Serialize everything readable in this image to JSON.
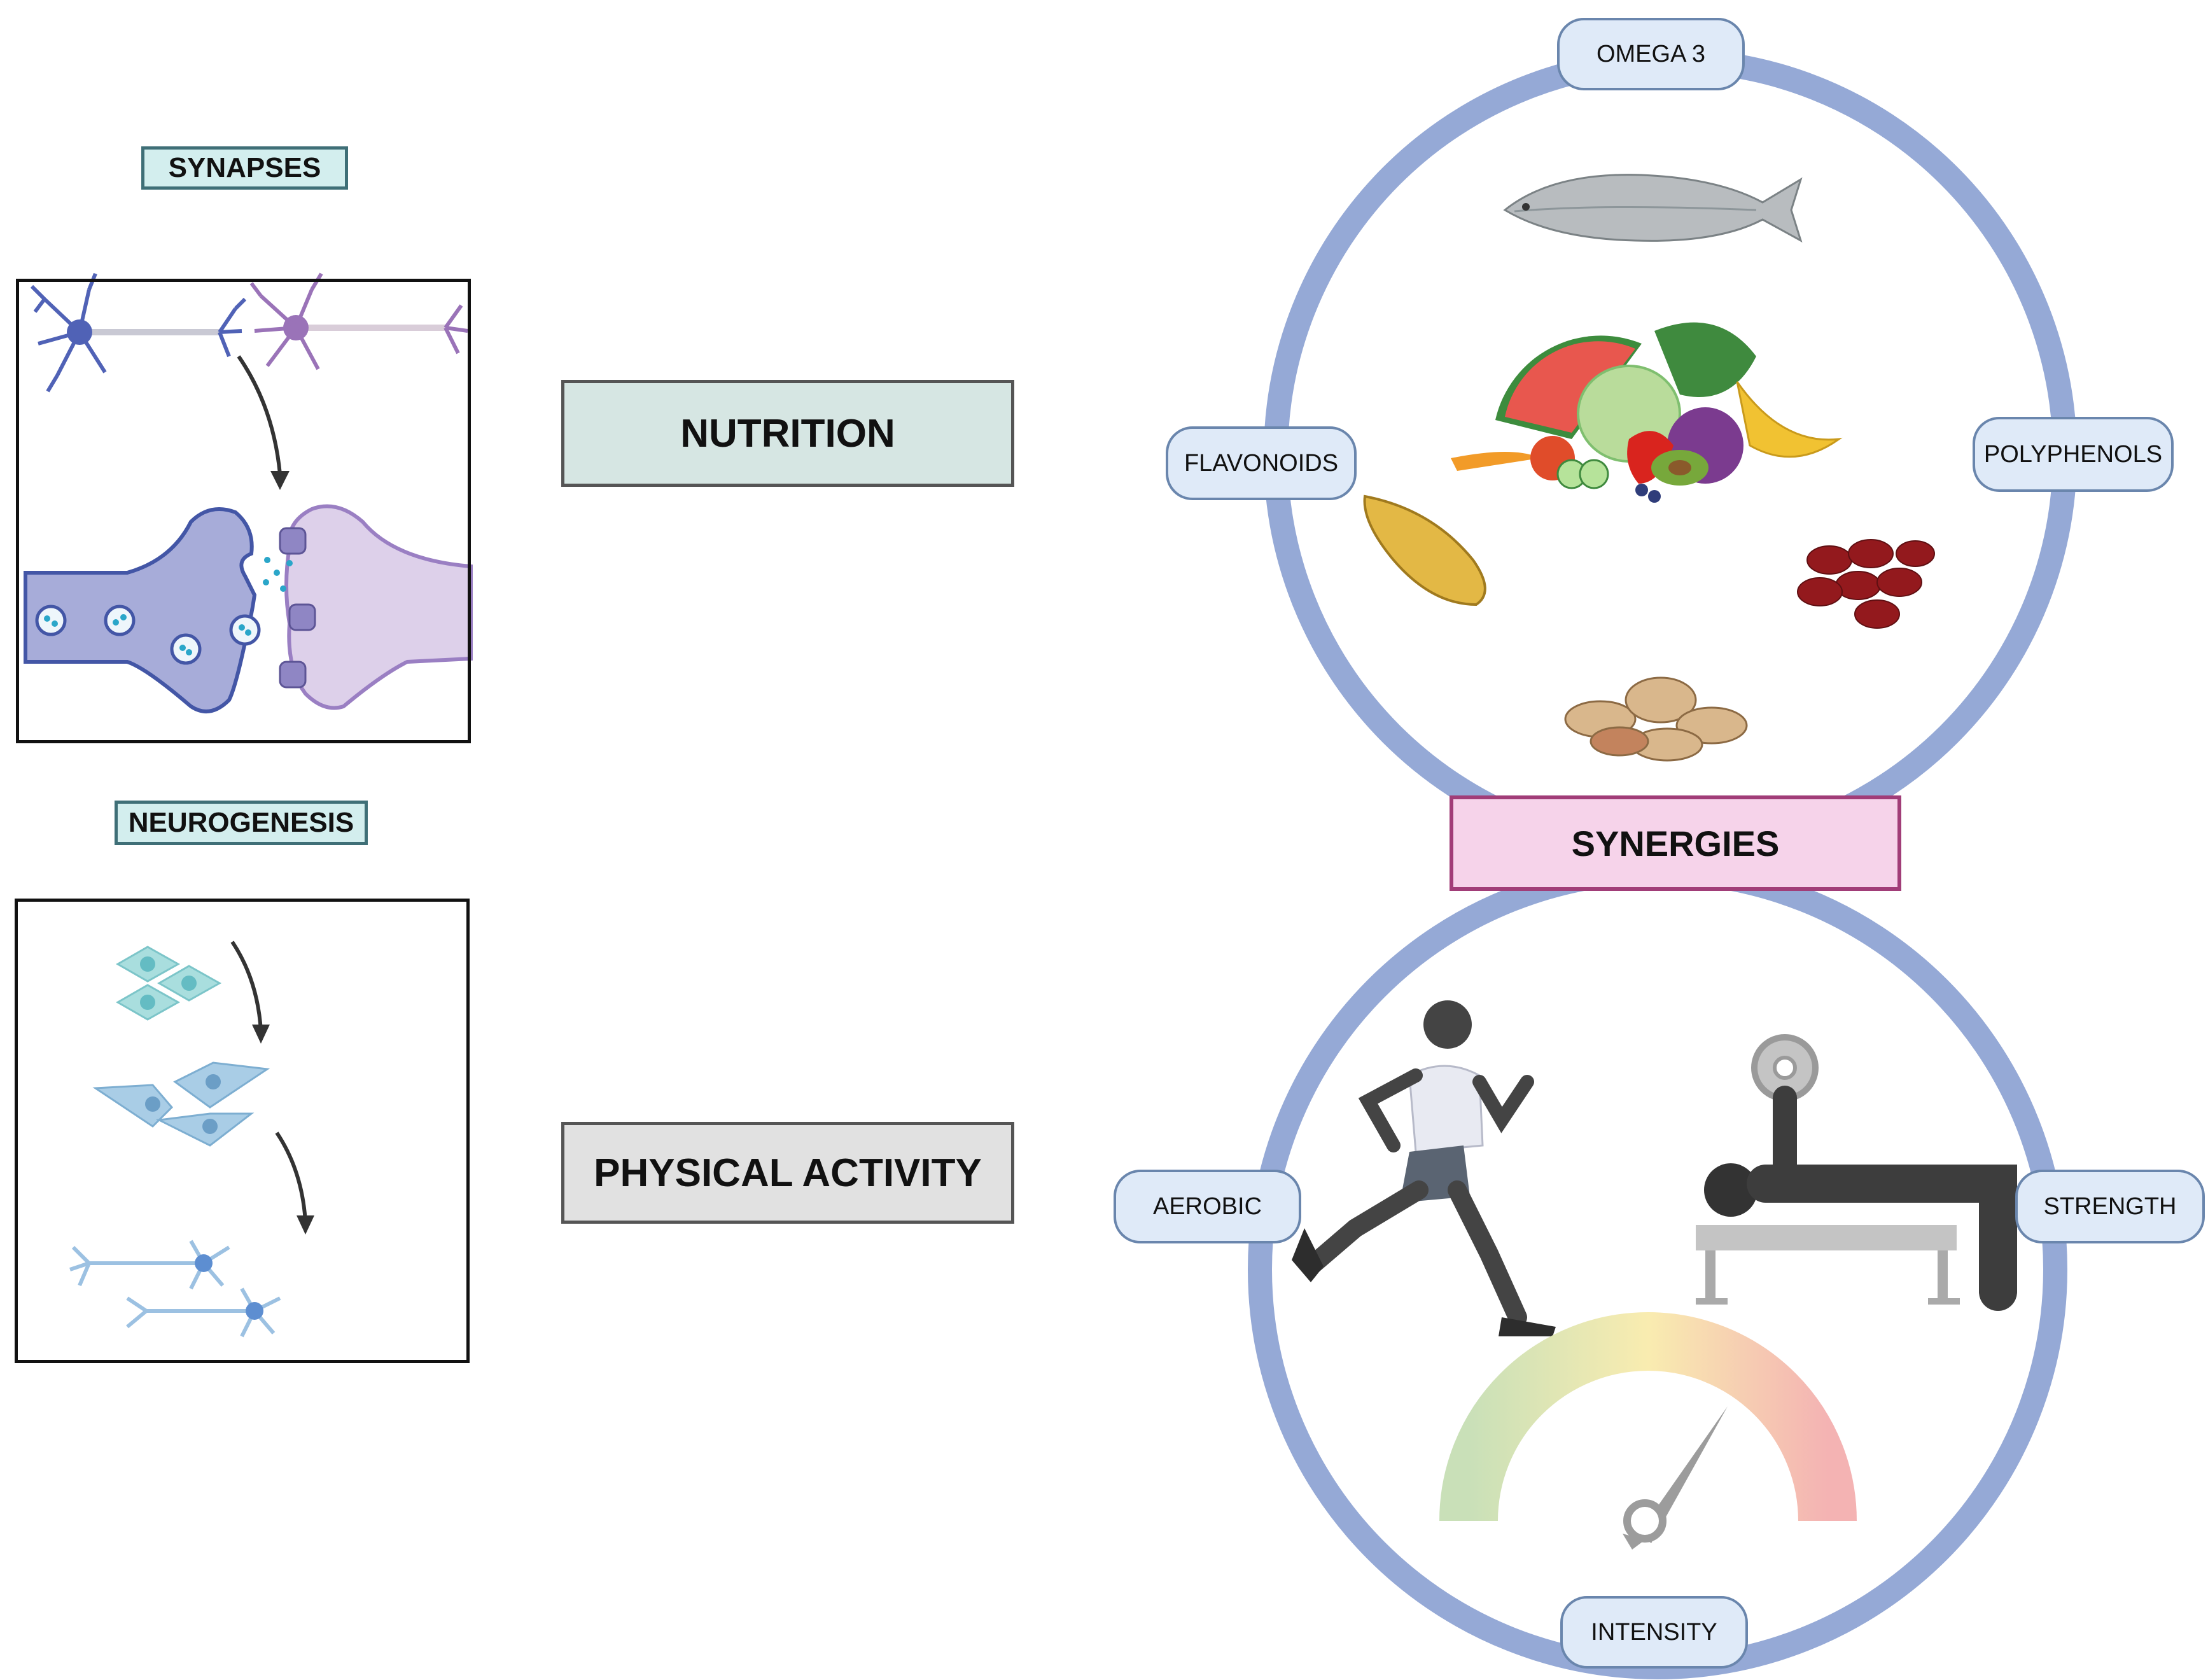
{
  "left": {
    "synapses_label": "SYNAPSES",
    "neurogenesis_label": "NEUROGENESIS"
  },
  "middle": {
    "nutrition_label": "NUTRITION",
    "physical_activity_label": "PHYSICAL ACTIVITY"
  },
  "right": {
    "synergies_label": "SYNERGIES",
    "nutrition_circle": {
      "top": "OMEGA 3",
      "left": "FLAVONOIDS",
      "right": "POLYPHENOLS"
    },
    "activity_circle": {
      "left": "AEROBIC",
      "right": "STRENGTH",
      "bottom": "INTENSITY"
    }
  },
  "colors": {
    "ring": "#95a9d6",
    "synergies_fill": "#f6d3ea",
    "synergies_border": "#a13d78",
    "tag_fill": "#d3eeee"
  }
}
